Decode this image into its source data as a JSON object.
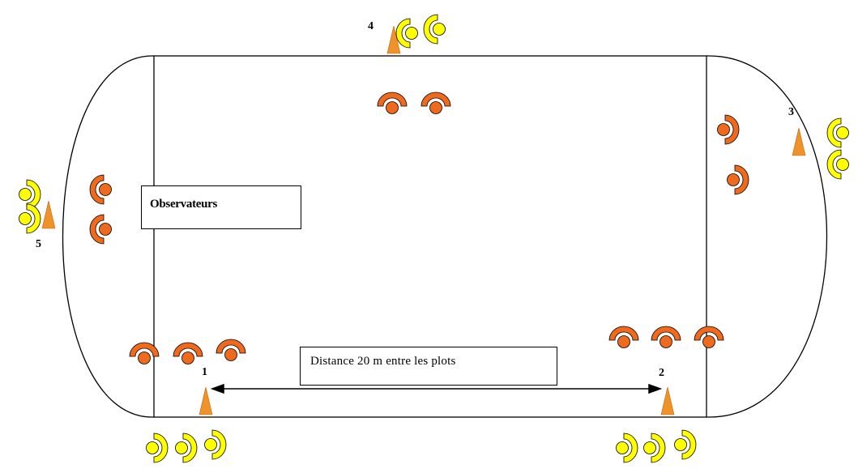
{
  "labels": {
    "observers": "Observateurs",
    "distance": "Distance 20 m entre les plots"
  },
  "cones": [
    {
      "number": "1"
    },
    {
      "number": "2"
    },
    {
      "number": "3"
    },
    {
      "number": "4"
    },
    {
      "number": "5"
    }
  ],
  "colors": {
    "cone": "#f0922a",
    "observer_figure": "#f06a1e",
    "runner_figure": "#ffff00",
    "stroke": "#000000"
  },
  "icons": {
    "cone": "cone-icon",
    "observer": "observer-figure-icon",
    "runner": "runner-figure-icon"
  }
}
